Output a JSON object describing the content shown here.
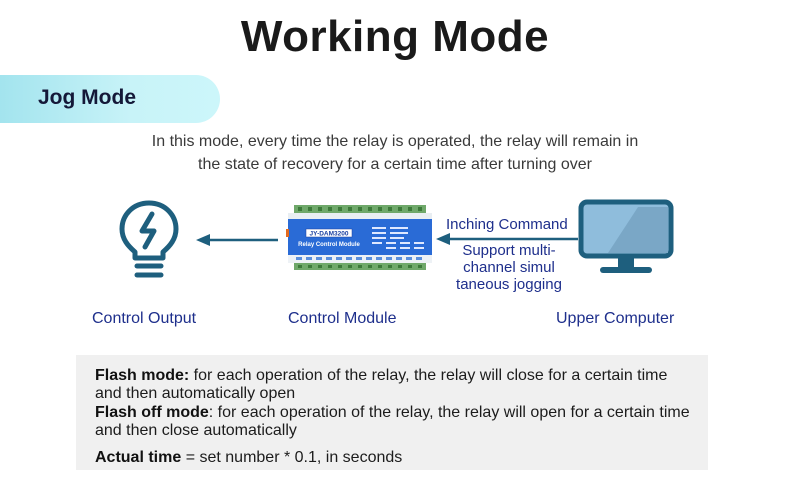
{
  "header": {
    "title": "Working Mode"
  },
  "mode_banner": {
    "label": "Jog Mode",
    "gradient_start": "#a3e4ee",
    "gradient_end": "#ccf6fa"
  },
  "description": {
    "line1": "In this mode, every time the relay is operated, the relay will remain in",
    "line2": "the state of recovery for a certain time after turning over"
  },
  "diagram": {
    "accent_color": "#1e5f7e",
    "label_color": "#1e2f8c",
    "nodes": [
      {
        "id": "output",
        "icon": "lightbulb-bolt-icon",
        "label": "Control Output"
      },
      {
        "id": "module",
        "icon": "relay-module-image",
        "label": "Control Module",
        "module_model": "JY-DAM3200",
        "module_subtitle": "Relay Control Module"
      },
      {
        "id": "computer",
        "icon": "monitor-icon",
        "label": "Upper Computer"
      }
    ],
    "command": {
      "label": "Inching Command",
      "sub_line1": "Support multi-",
      "sub_line2": "channel simul",
      "sub_line3": "taneous jogging"
    }
  },
  "notes": {
    "flash_mode_term": "Flash mode:",
    "flash_mode_text": " for each operation of the relay, the relay will close for a certain time and then automatically open",
    "flash_off_term": "Flash off mode",
    "flash_off_text": ": for each operation of the relay, the relay will open for a certain time and then close automatically",
    "actual_time_term": "Actual time",
    "actual_time_text": " = set number * 0.1, in seconds"
  }
}
